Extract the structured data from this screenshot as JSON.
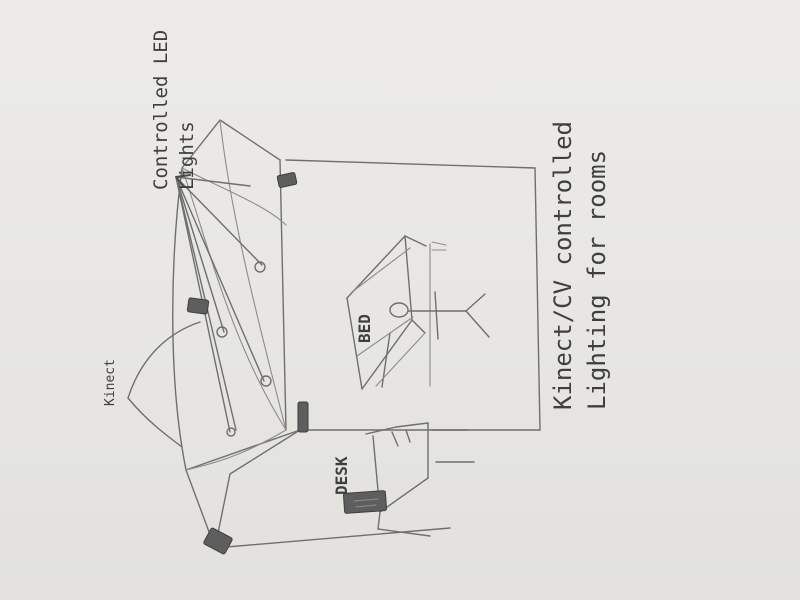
{
  "labels": {
    "kinect": "Kinect",
    "controlled_led_lights_line1": "Controlled LED",
    "controlled_led_lights_line2": "Lights",
    "bed": "BED",
    "desk": "DESK",
    "title_line1": "Kinect/CV controlled",
    "title_line2": "Lighting for rooms"
  },
  "icons": {
    "light_fixture": "shaded-rectangle",
    "sensor": "shaded-block",
    "person": "stick-figure",
    "arrow": "arrow-head"
  }
}
